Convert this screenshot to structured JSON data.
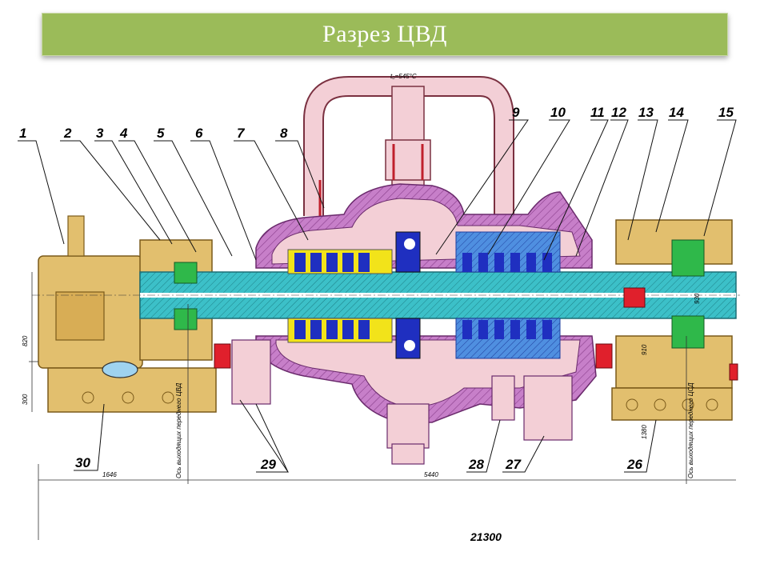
{
  "title": "Разрез ЦВД",
  "top_label": "t₀=545°C",
  "overall_dimension": "21300",
  "dimensions": {
    "d1": "1646",
    "d2": "5440",
    "d3": "820",
    "d4": "300",
    "d5": "910",
    "d6": "1380",
    "d7": "930"
  },
  "axis_labels": {
    "left": "Ось выходящих переднего ЦВД",
    "right": "Ось выходящих переднего ЦСД"
  },
  "callouts_top": [
    "1",
    "2",
    "3",
    "4",
    "5",
    "6",
    "7",
    "8",
    "9",
    "10",
    "11",
    "12",
    "13",
    "14",
    "15"
  ],
  "callouts_bottom": [
    "30",
    "29",
    "28",
    "27",
    "26"
  ],
  "colors": {
    "title_bar": "#9bbb59",
    "casing": "#c77fc9",
    "casing_light": "#f3cfd6",
    "shaft": "#3cc0c8",
    "bearing_housing": "#e2bf6e",
    "blades": "#2f5fd0",
    "stage_blue": "#1f2fc0",
    "green_coupling": "#2fb84a",
    "red_part": "#e0202c",
    "yellow_seal": "#f2e31a"
  }
}
